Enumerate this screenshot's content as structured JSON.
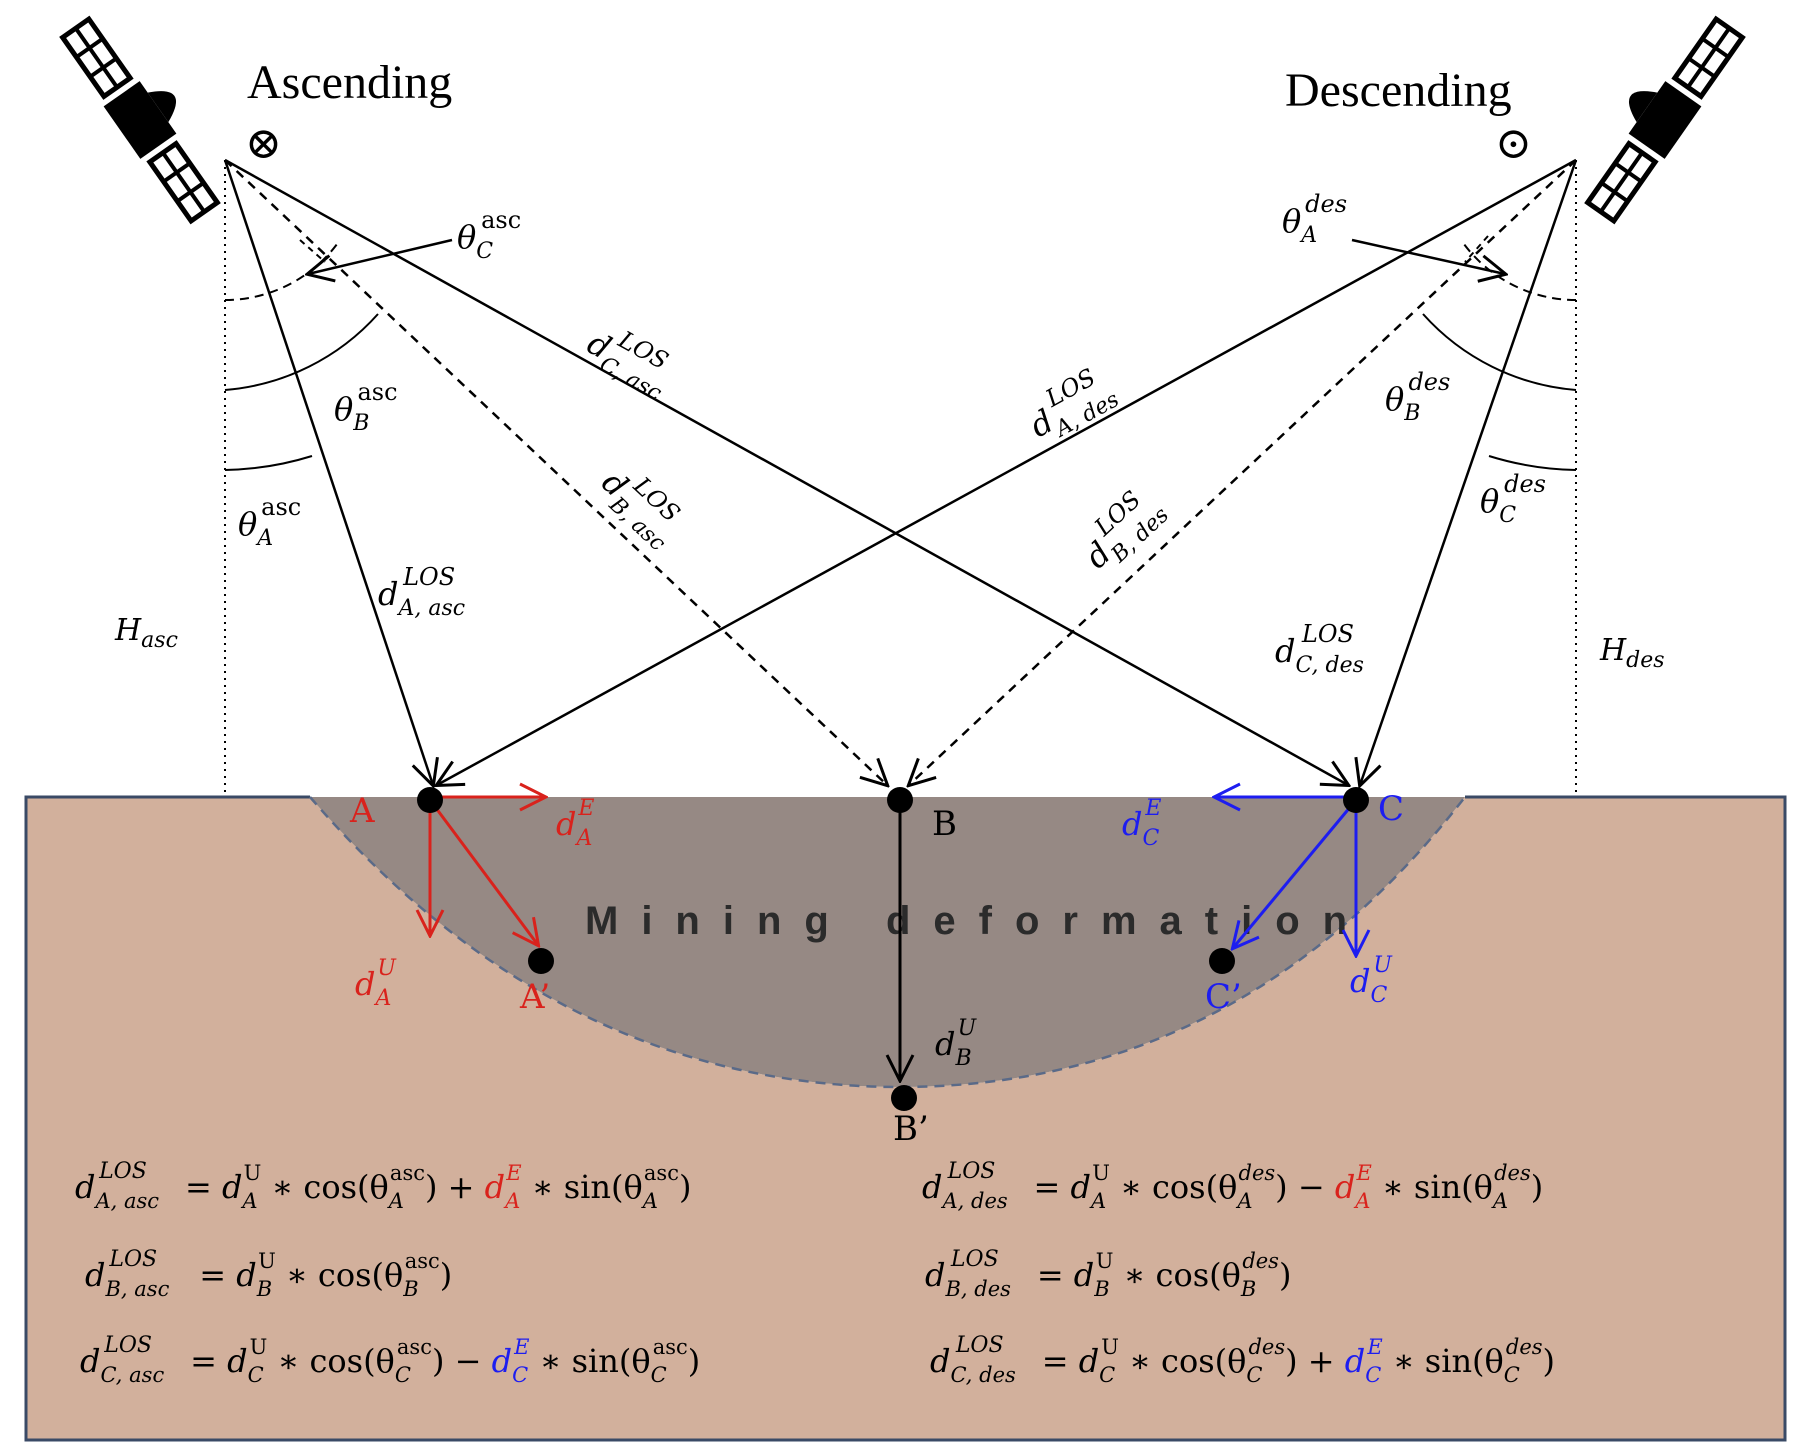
{
  "satellites": {
    "ascending": {
      "label": "Ascending",
      "direction_symbol": "⊗",
      "icon": "satellite-icon"
    },
    "descending": {
      "label": "Descending",
      "direction_symbol": "⊙",
      "icon": "satellite-icon"
    }
  },
  "heights": {
    "asc": "asc",
    "des": "des",
    "symbol": "H"
  },
  "angles": {
    "symbol": "θ",
    "asc": {
      "A": "A",
      "B": "B",
      "C": "C",
      "sup": "asc"
    },
    "des": {
      "A": "A",
      "B": "B",
      "C": "C",
      "sup": "des"
    }
  },
  "los": {
    "symbol": "d",
    "sup": "LOS",
    "A_asc": "A, asc",
    "B_asc": "B, asc",
    "C_asc": "C, asc",
    "A_des": "A, des",
    "B_des": "B, des",
    "C_des": "C, des"
  },
  "points": {
    "A": "A",
    "B": "B",
    "C": "C",
    "A2": "A’",
    "B2": "B’",
    "C2": "C’"
  },
  "components": {
    "E": "E",
    "U": "U"
  },
  "region_label": "Mining deformation",
  "colors": {
    "ground": "#d2b09c",
    "basin": "#968984",
    "red": "#d9221c",
    "blue": "#1d1df0",
    "border": "#3a4a66"
  },
  "equations": {
    "left": [
      {
        "lhs_sub": "A, asc",
        "rest_a": "A",
        "angle": "A",
        "sign": "+",
        "colored": "A",
        "color": "red",
        "sup": "asc"
      },
      {
        "lhs_sub": "B, asc",
        "rest_a": "B",
        "angle": "B",
        "sup": "asc"
      },
      {
        "lhs_sub": "C, asc",
        "rest_a": "C",
        "angle": "C",
        "sign": "−",
        "colored": "C",
        "color": "blue",
        "sup": "asc"
      }
    ],
    "right": [
      {
        "lhs_sub": "A, des",
        "rest_a": "A",
        "angle": "A",
        "sign": "−",
        "colored": "A",
        "color": "red",
        "sup": "des"
      },
      {
        "lhs_sub": "B, des",
        "rest_a": "B",
        "angle": "B",
        "sup": "des"
      },
      {
        "lhs_sub": "C, des",
        "rest_a": "C",
        "angle": "C",
        "sign": "+",
        "colored": "C",
        "color": "blue",
        "sup": "des"
      }
    ]
  }
}
